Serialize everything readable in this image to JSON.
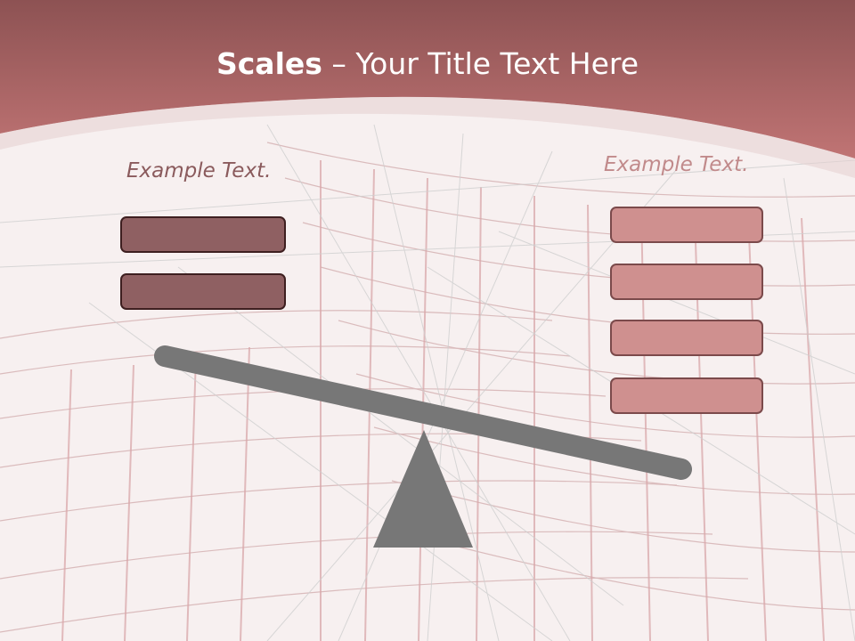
{
  "slide": {
    "title_bold": "Scales",
    "title_rest": " – Your Title Text Here",
    "left_label": "Example Text.",
    "right_label": "Example Text.",
    "left_boxes": 2,
    "right_boxes": 4
  },
  "colors": {
    "header": "#b86e6e",
    "background": "#f6efef",
    "left_box": "#8f6062",
    "right_box": "#cf908f",
    "scale": "#7a7a7a"
  },
  "icons": {
    "balance": "seesaw-beam-with-triangle-fulcrum"
  }
}
